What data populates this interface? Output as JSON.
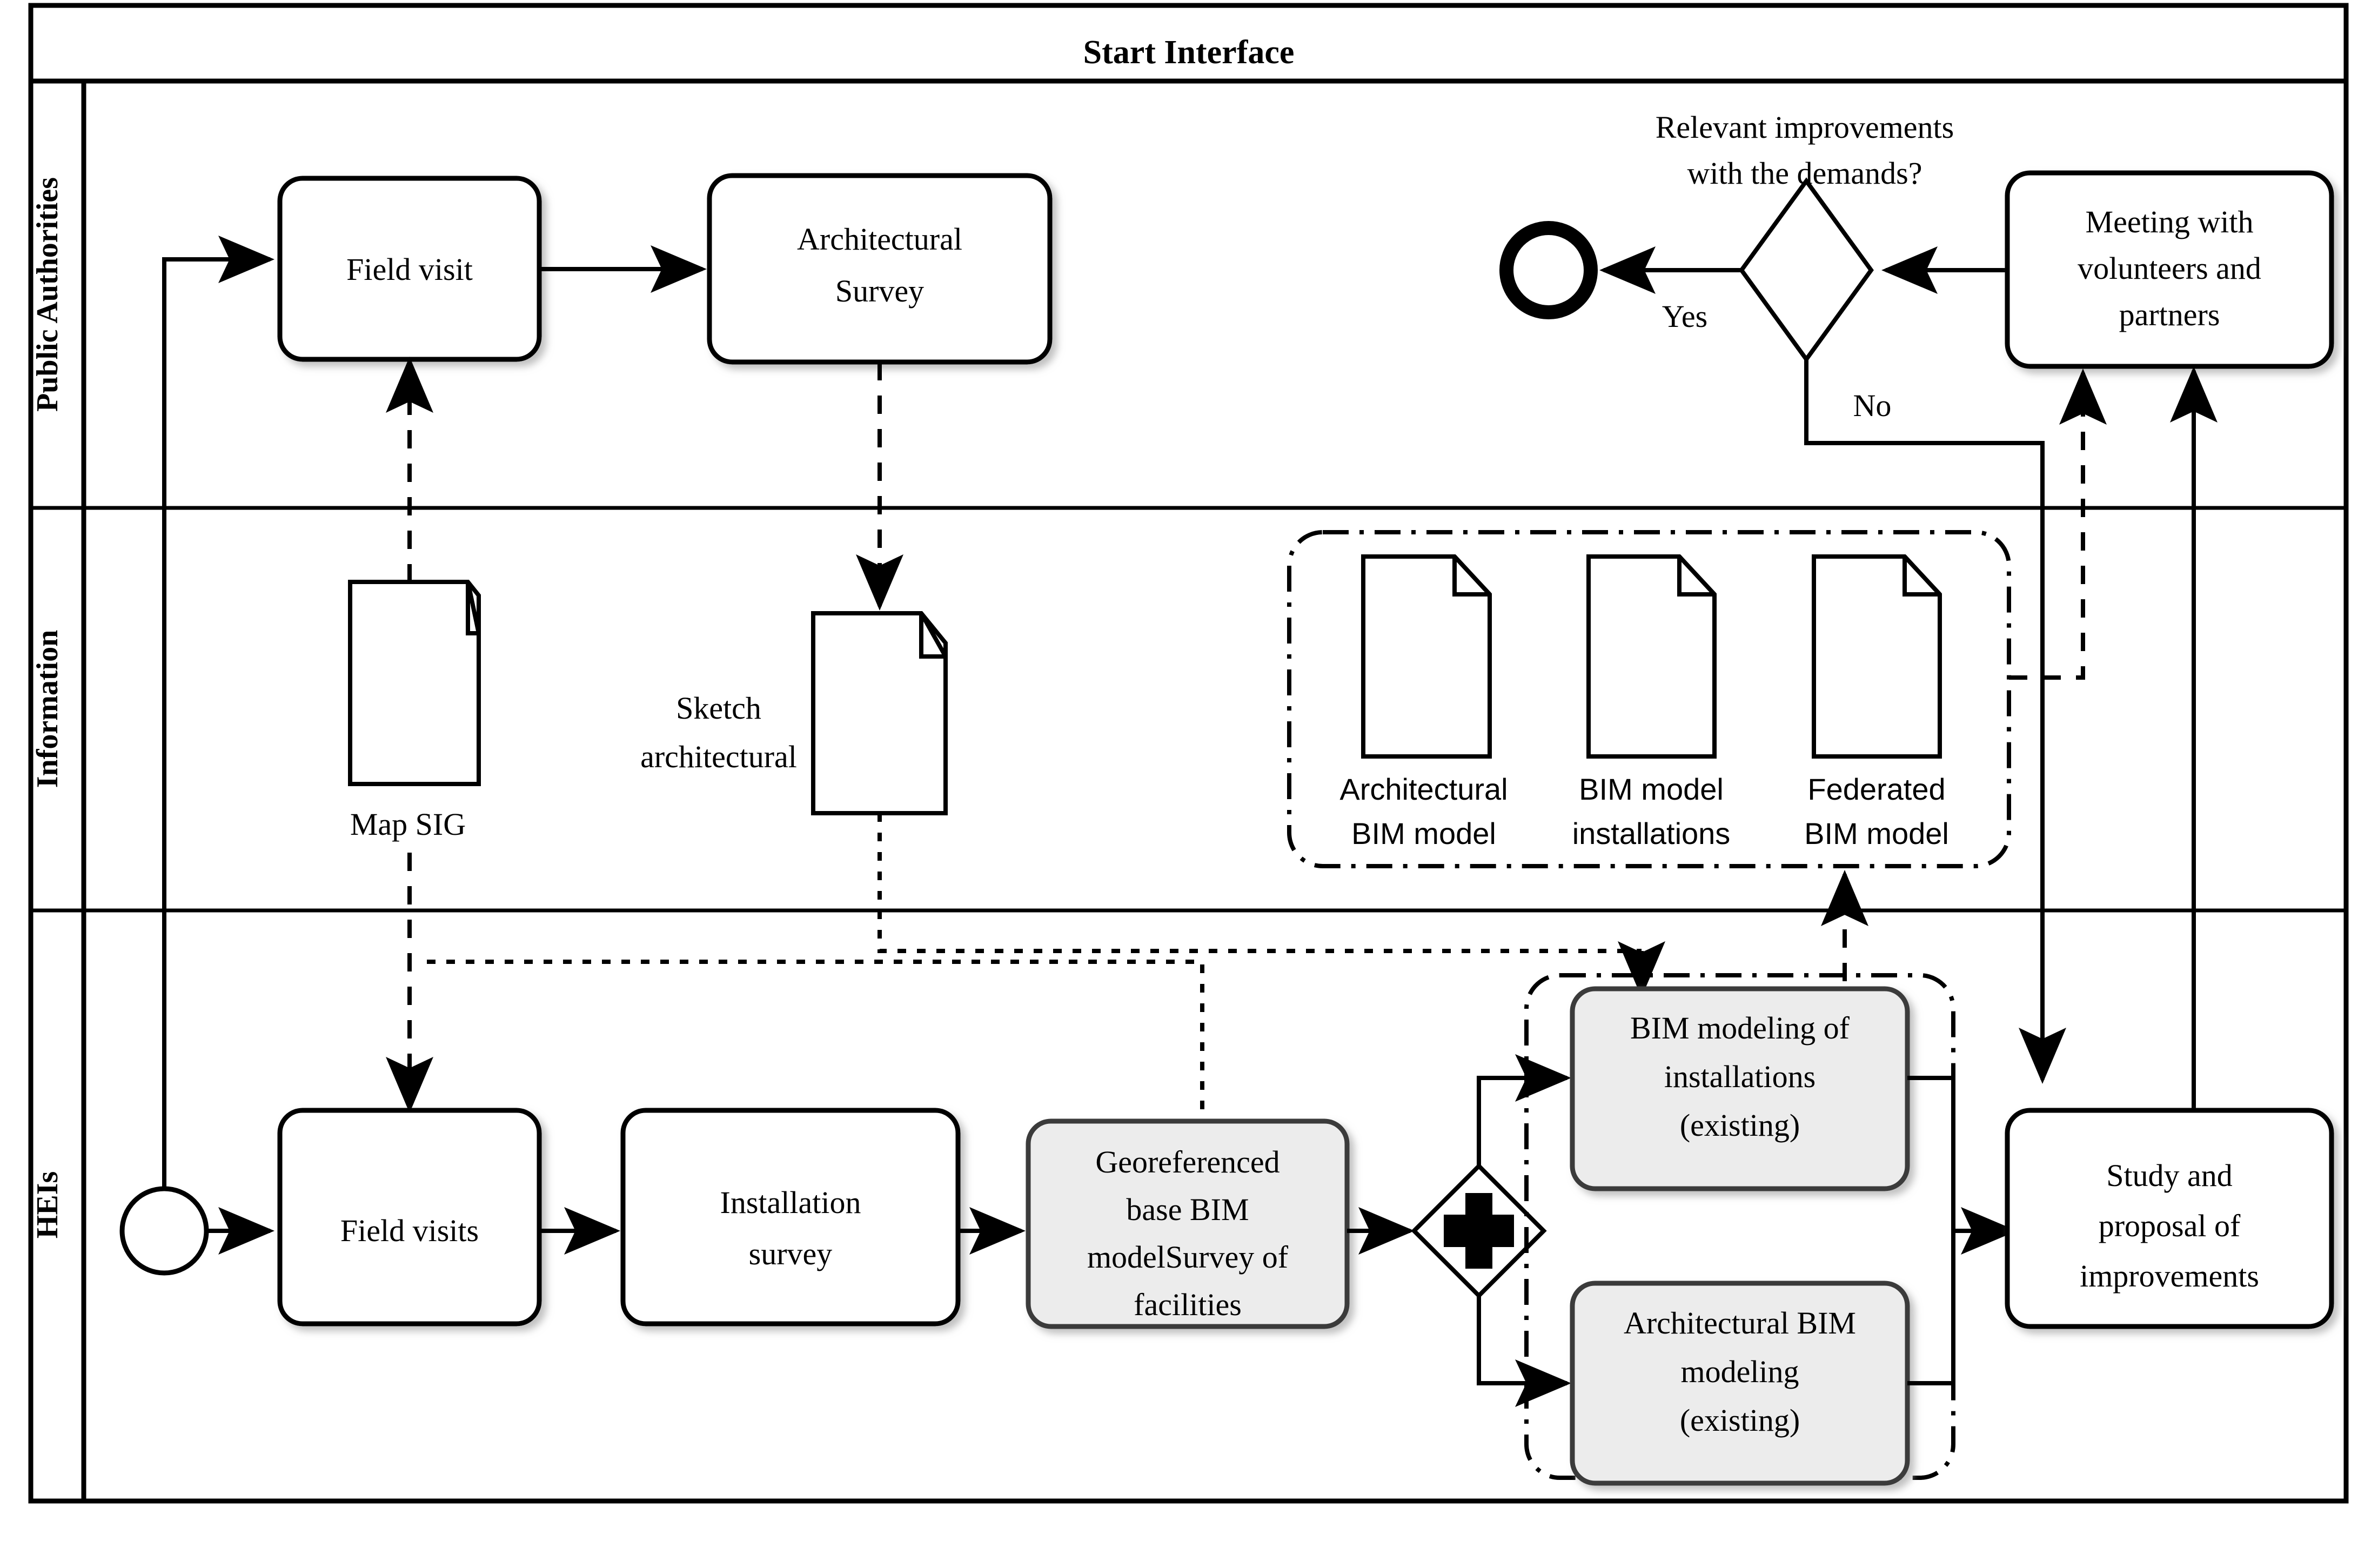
{
  "diagram": {
    "title": "Start Interface",
    "type": "bpmn-swimlane-process"
  },
  "lanes": [
    {
      "id": "public-authorities",
      "label": "Public Authorities"
    },
    {
      "id": "information",
      "label": "Information"
    },
    {
      "id": "heis",
      "label": "HEIs"
    }
  ],
  "nodes": {
    "field_visit": "Field visit",
    "architectural_survey_l1": "Architectural",
    "architectural_survey_l2": "Survey",
    "gateway_question_l1": "Relevant improvements",
    "gateway_question_l2": "with the demands?",
    "meeting_l1": "Meeting with",
    "meeting_l2": "volunteers and",
    "meeting_l3": "partners",
    "map_sig": "Map SIG",
    "sketch_l1": "Sketch",
    "sketch_l2": "architectural",
    "doc_arch_bim_l1": "Architectural",
    "doc_arch_bim_l2": "BIM model",
    "doc_bim_inst_l1": "BIM model",
    "doc_bim_inst_l2": "installations",
    "doc_fed_bim_l1": "Federated",
    "doc_fed_bim_l2": "BIM model",
    "field_visits": "Field visits",
    "installation_survey_l1": "Installation",
    "installation_survey_l2": "survey",
    "georef_l1": "Georeferenced",
    "georef_l2": "base BIM",
    "georef_l3": "modelSurvey of",
    "georef_l4": "facilities",
    "bim_inst_model_l1": "BIM modeling of",
    "bim_inst_model_l2": "installations",
    "bim_inst_model_l3": "(existing)",
    "arch_bim_model_l1": "Architectural BIM",
    "arch_bim_model_l2": "modeling",
    "arch_bim_model_l3": "(existing)",
    "study_l1": "Study and",
    "study_l2": "proposal of",
    "study_l3": "improvements"
  },
  "edge_labels": {
    "yes": "Yes",
    "no": "No"
  },
  "colors": {
    "stroke": "#000000",
    "task_fill": "#ffffff",
    "highlight_task_fill": "#ececec",
    "background": "#ffffff"
  }
}
